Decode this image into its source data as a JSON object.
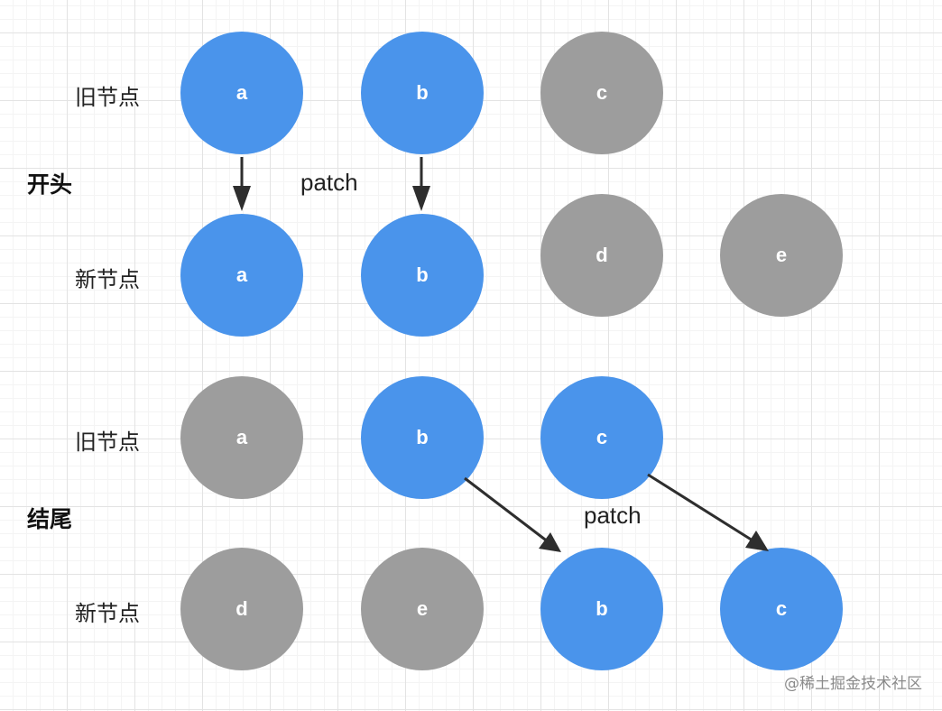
{
  "colors": {
    "active": "#4a94eb",
    "inactive": "#9d9d9d",
    "arrow": "#2e2e2e"
  },
  "sections": {
    "start": "开头",
    "end": "结尾"
  },
  "labels": {
    "old_nodes": "旧节点",
    "new_nodes": "新节点",
    "patch": "patch"
  },
  "start_section": {
    "old_row": [
      "a",
      "b",
      "c"
    ],
    "new_row": [
      "a",
      "b",
      "d",
      "e"
    ]
  },
  "end_section": {
    "old_row": [
      "a",
      "b",
      "c"
    ],
    "new_row": [
      "d",
      "e",
      "b",
      "c"
    ]
  },
  "watermark": "@稀土掘金技术社区"
}
